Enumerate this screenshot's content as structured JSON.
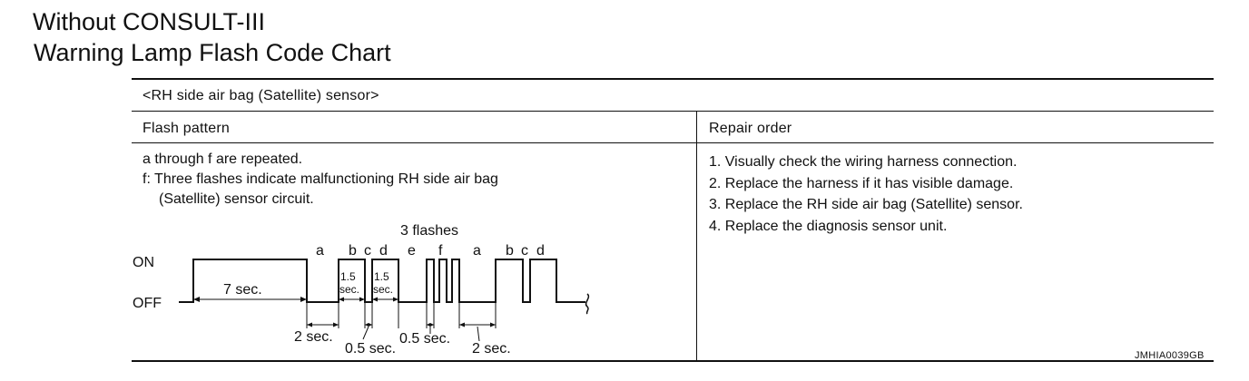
{
  "header": {
    "title_line1": "Without CONSULT-III",
    "title_line2": "Warning Lamp Flash Code Chart"
  },
  "table": {
    "caption": "<RH side air bag (Satellite) sensor>",
    "columns": [
      "Flash pattern",
      "Repair order"
    ],
    "flash_description": {
      "line1": "a through f are repeated.",
      "line2": "f: Three flashes indicate malfunctioning RH side air bag",
      "line3": "(Satellite) sensor circuit."
    },
    "repair_steps": [
      "1. Visually check the wiring harness connection.",
      "2. Replace the harness if it has visible damage.",
      "3. Replace the RH side air bag (Satellite) sensor.",
      "4. Replace the diagnosis sensor unit."
    ]
  },
  "figure": {
    "flashes_label": "3 flashes",
    "state_on": "ON",
    "state_off": "OFF",
    "segment_letters": [
      "a",
      "b",
      "c",
      "d",
      "e",
      "f",
      "a",
      "b",
      "c",
      "d"
    ],
    "seven_sec": "7 sec.",
    "one_five": "1.5",
    "sec": "sec.",
    "two_sec": "2 sec.",
    "half_sec": "0.5 sec.",
    "figure_code": "JMHIA0039GB"
  }
}
